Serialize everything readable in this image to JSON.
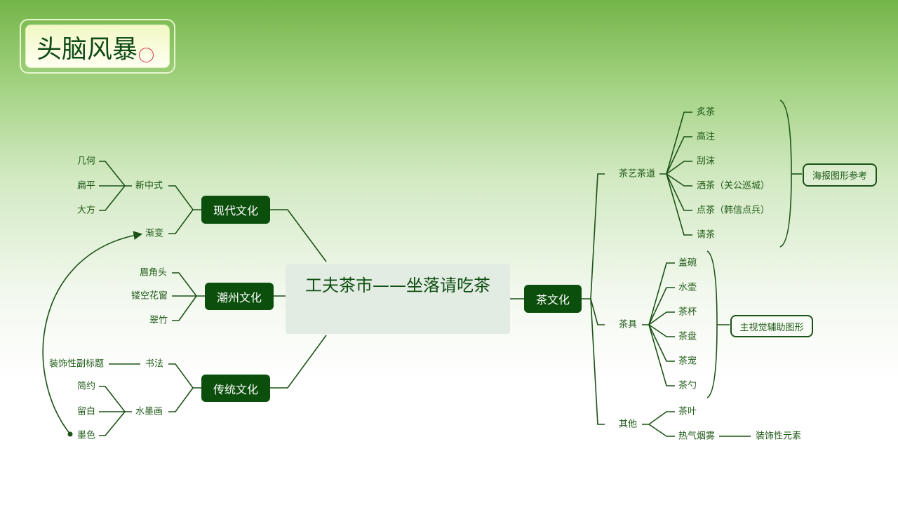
{
  "title": "头脑风暴",
  "center": "工夫茶市——坐落请吃茶",
  "left": {
    "modern": {
      "label": "现代文化",
      "xinzhongshi": "新中式",
      "items": [
        "几何",
        "扁平",
        "大方"
      ],
      "jianbian": "渐变"
    },
    "chaozhou": {
      "label": "潮州文化",
      "items": [
        "眉角头",
        "镂空花窗",
        "翠竹"
      ]
    },
    "traditional": {
      "label": "传统文化",
      "shufa": "书法",
      "shufa_note": "装饰性副标题",
      "shuimo": "水墨画",
      "items": [
        "简约",
        "留白",
        "墨色"
      ]
    }
  },
  "right": {
    "label": "茶文化",
    "chayi": {
      "label": "茶艺茶道",
      "items": [
        "炙茶",
        "高注",
        "刮沫",
        "洒茶（关公巡城）",
        "点茶（韩信点兵）",
        "请茶"
      ],
      "note": "海报图形参考"
    },
    "chaju": {
      "label": "茶具",
      "items": [
        "盖碗",
        "水壶",
        "茶杯",
        "茶盘",
        "茶宠",
        "茶勺"
      ],
      "note": "主视觉辅助图形"
    },
    "other": {
      "label": "其他",
      "items": [
        "茶叶",
        "热气烟雾"
      ],
      "note": "装饰性元素"
    }
  },
  "colors": {
    "node": "#0c4f0c",
    "line": "#1b5216",
    "text": "#1f5a17"
  }
}
